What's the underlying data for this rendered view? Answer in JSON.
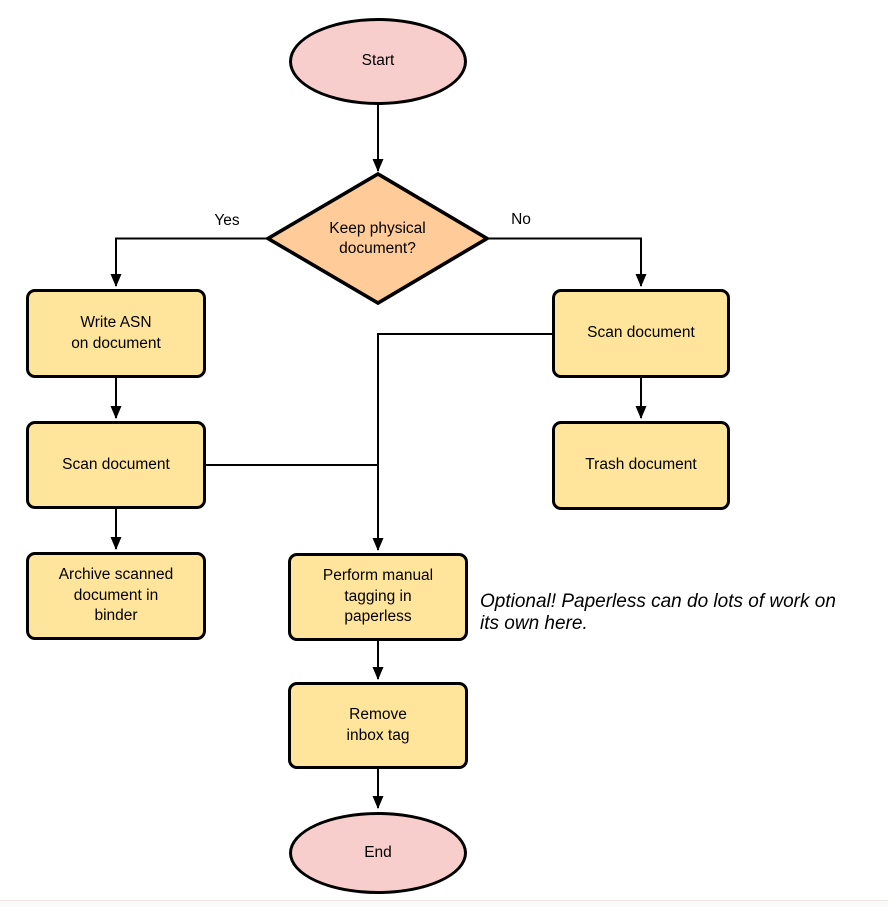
{
  "colors": {
    "background": "#ffffff",
    "stroke": "#000000",
    "terminal_fill": "#f8cecc",
    "decision_fill": "#ffcc99",
    "process_fill": "#ffe59b"
  },
  "nodes": {
    "start": {
      "label": "Start"
    },
    "decision": {
      "label": "Keep physical\ndocument?"
    },
    "write_asn": {
      "label": "Write ASN\non document"
    },
    "scan_left": {
      "label": "Scan document"
    },
    "archive": {
      "label": "Archive scanned\ndocument in\nbinder"
    },
    "scan_right": {
      "label": "Scan document"
    },
    "trash": {
      "label": "Trash document"
    },
    "tagging": {
      "label": "Perform manual\ntagging in\npaperless"
    },
    "remove_inbox": {
      "label": "Remove\ninbox tag"
    },
    "end": {
      "label": "End"
    }
  },
  "edge_labels": {
    "yes": "Yes",
    "no": "No"
  },
  "note": {
    "text": "Optional! Paperless can do lots of work on\nits own here."
  }
}
